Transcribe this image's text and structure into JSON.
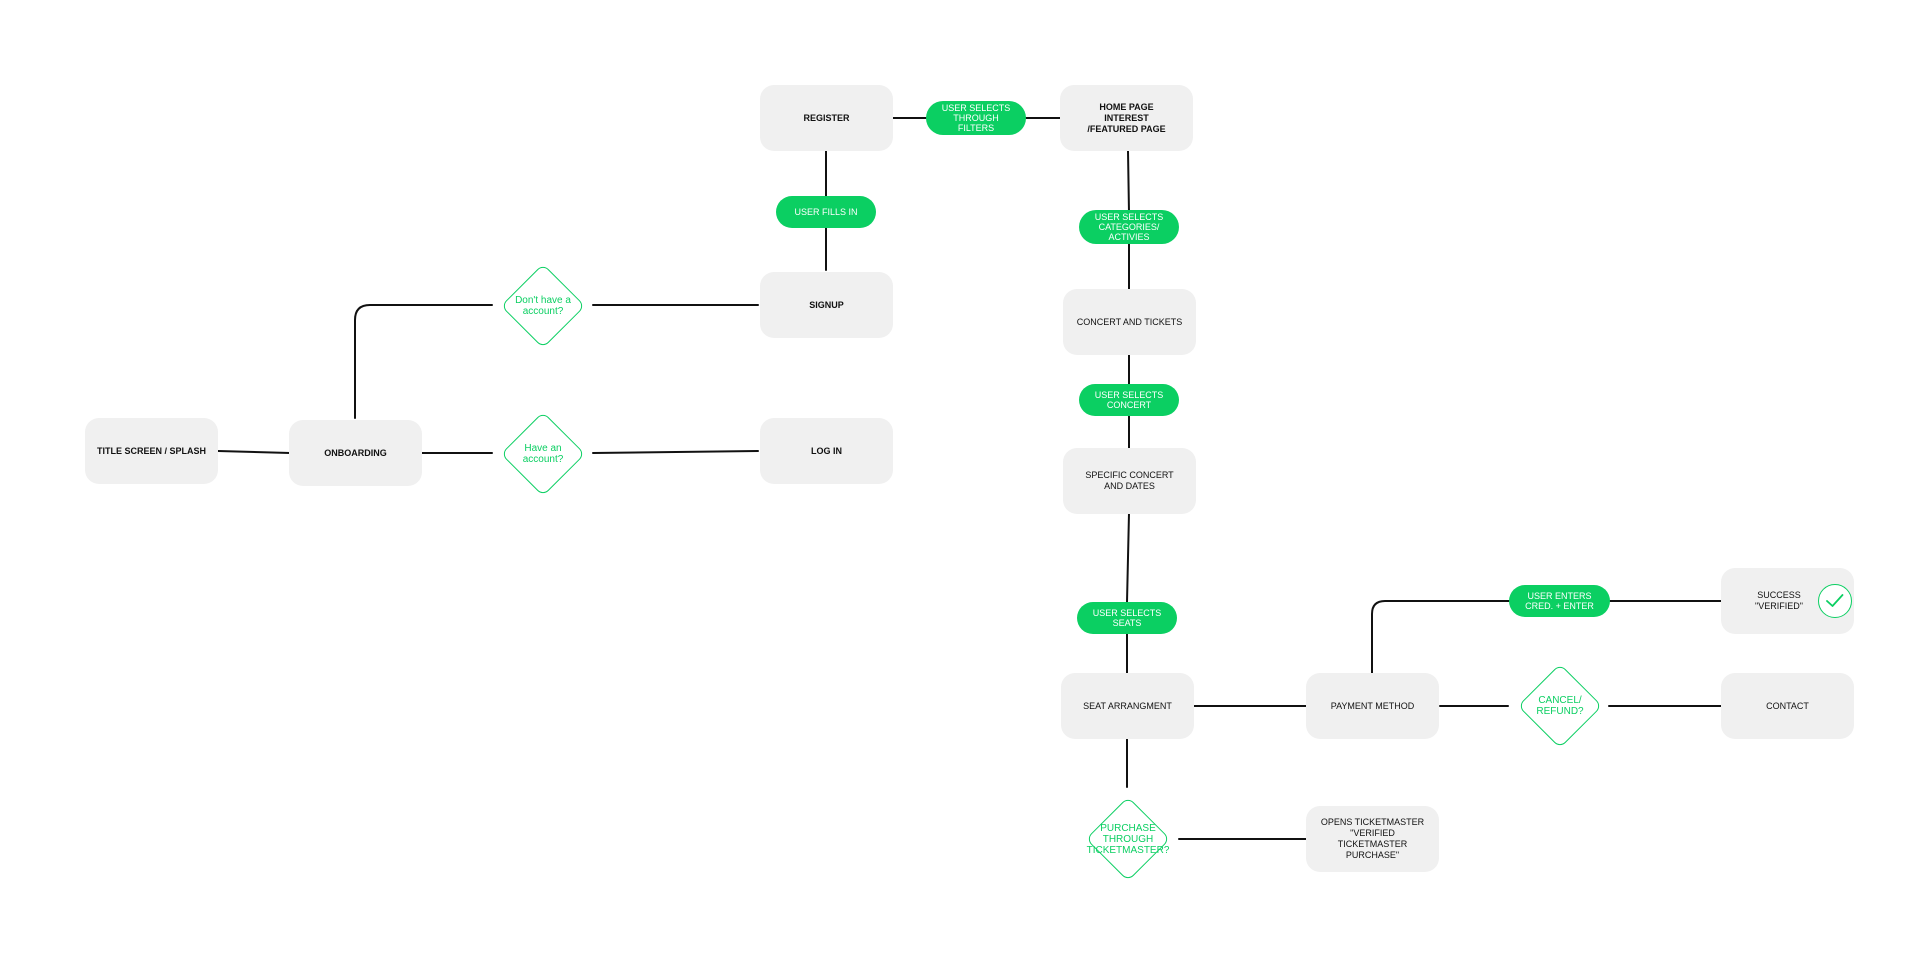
{
  "nodes": {
    "title_screen": "TITLE SCREEN / SPLASH",
    "onboarding": "ONBOARDING",
    "register": "REGISTER",
    "signup": "SIGNUP",
    "log_in": "LOG IN",
    "home_page": "HOME PAGE INTEREST /FEATURED PAGE",
    "concert_tickets": "CONCERT AND TICKETS",
    "specific_concert": "SPECIFIC CONCERT AND DATES",
    "seat_arrangement": "SEAT ARRANGMENT",
    "payment_method": "PAYMENT METHOD",
    "success": "SUCCESS \"VERIFIED\"",
    "contact": "CONTACT",
    "opens_ticketmaster": "OPENS TICKETMASTER \"VERIFIED TICKETMASTER PURCHASE\""
  },
  "actions": {
    "selects_filters": "USER SELECTS THROUGH FILTERS",
    "fills_in": "USER FILLS IN",
    "selects_categories": "USER SELECTS CATEGORIES/ ACTIVIES",
    "selects_concert": "USER SELECTS CONCERT",
    "selects_seats": "USER SELECTS SEATS",
    "enters_cred": "USER ENTERS CRED. + ENTER"
  },
  "decisions": {
    "no_account": "Don't have a account?",
    "have_account": "Have an account?",
    "cancel_refund": "CANCEL/ REFUND?",
    "ticketmaster": "PURCHASE THROUGH TICKETMASTER?"
  },
  "icons": {
    "success_check": "check-circle-icon"
  },
  "colors": {
    "accent": "#0bcf62",
    "node_bg": "#f0f0f0",
    "line": "#111111"
  }
}
